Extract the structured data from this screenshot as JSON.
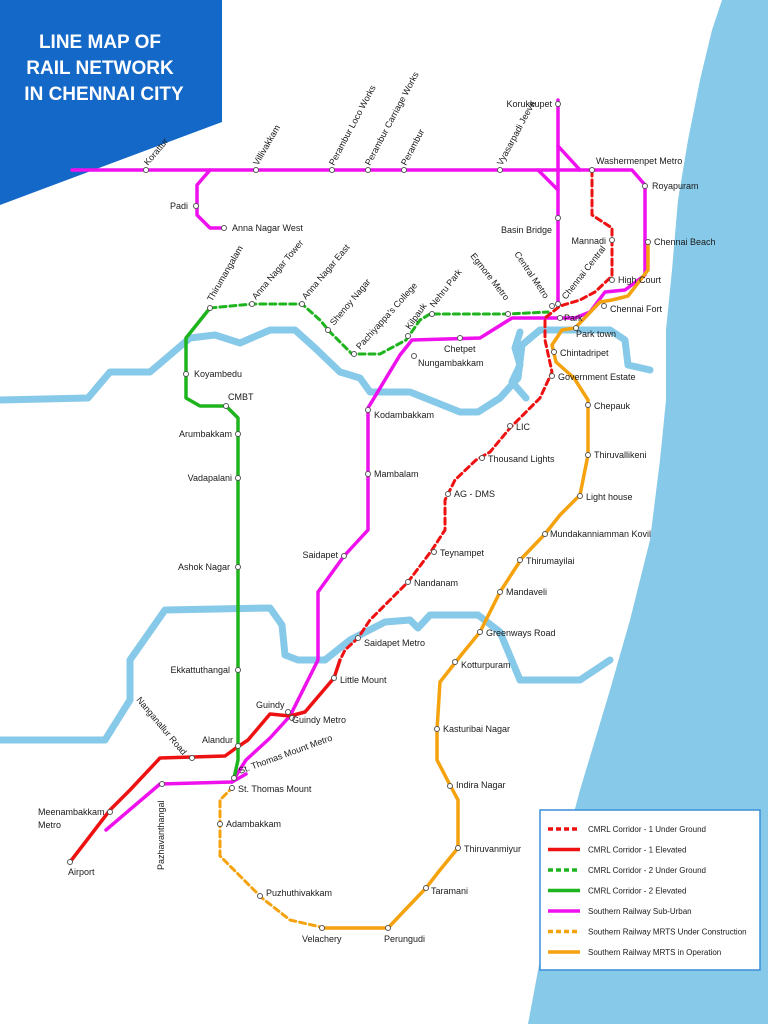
{
  "title": {
    "lines": [
      "LINE MAP OF",
      "RAIL NETWORK",
      "IN CHENNAI CITY"
    ]
  },
  "colors": {
    "sea": "#87c9e8",
    "river": "#87c9e8",
    "title_bg": "#1468c8",
    "cmrl_corridor_1": "#ee1111",
    "cmrl_corridor_2": "#1eb41e",
    "suburban": "#ee11ee",
    "mrts": "#f5a20f"
  },
  "stations": {
    "korattur": "Korattur",
    "villivakkam": "Villivakkam",
    "perambur_loco_works": "Perambur Loco Works",
    "perambur_carriage_works": "Perambur Carriage Works",
    "perambur": "Perambur",
    "vyasarpadi_jeeva": "Vyasarpadi Jeeva",
    "korukkupet": "Korukkupet",
    "washermenpet_metro": "Washermenpet Metro",
    "royapuram": "Royapuram",
    "padi": "Padi",
    "anna_nagar_west": "Anna Nagar West",
    "basin_bridge": "Basin Bridge",
    "mannadi": "Mannadi",
    "chennai_beach": "Chennai Beach",
    "high_court": "High Court",
    "chennai_fort": "Chennai Fort",
    "thirumangalam": "Thirumangalam",
    "anna_nagar_tower": "Anna Nagar Tower",
    "anna_nagar_east": "Anna Nagar East",
    "shenoy_nagar": "Shenoy Nagar",
    "pachiyappas_college": "Pachiyappa's College",
    "kilpauk": "Kilpauk",
    "nehru_park": "Nehru Park",
    "egmore_metro": "Egmore Metro",
    "central_metro": "Central Metro",
    "chennai_central": "Chennai Central",
    "park": "Park",
    "park_town": "Park town",
    "chintadripet": "Chintadripet",
    "government_estate": "Government Estate",
    "chetpet": "Chetpet",
    "nungambakkam": "Nungambakkam",
    "koyambedu": "Koyambedu",
    "cmbt": "CMBT",
    "arumbakkam": "Arumbakkam",
    "vadapalani": "Vadapalani",
    "ashok_nagar": "Ashok Nagar",
    "ekkattuthangal": "Ekkattuthangal",
    "kodambakkam": "Kodambakkam",
    "mambalam": "Mambalam",
    "saidapet": "Saidapet",
    "chepauk": "Chepauk",
    "lic": "LIC",
    "thousand_lights": "Thousand Lights",
    "thiruvallikeni": "Thiruvallikeni",
    "ag_dms": "AG - DMS",
    "light_house": "Light house",
    "mundakanniamman_kovil": "Mundakanniamman Kovil",
    "teynampet": "Teynampet",
    "thirumayilai": "Thirumayilai",
    "nandanam": "Nandanam",
    "mandaveli": "Mandaveli",
    "greenways_road": "Greenways Road",
    "saidapet_metro": "Saidapet Metro",
    "kotturpuram": "Kotturpuram",
    "little_mount": "Little Mount",
    "guindy": "Guindy",
    "guindy_metro": "Guindy Metro",
    "alandur": "Alandur",
    "nanganallur_road": "Nanganallur Road",
    "st_thomas_mount_metro": "St. Thomas Mount Metro",
    "st_thomas_mount": "St. Thomas Mount",
    "kasturibai_nagar": "Kasturibai Nagar",
    "indira_nagar": "Indira Nagar",
    "meenambakkam_metro_1": "Meenambakkam",
    "meenambakkam_metro_2": "Metro",
    "pazhavanthangal": "Pazhavanthangal",
    "adambakkam": "Adambakkam",
    "thiruvanmiyur": "Thiruvanmiyur",
    "airport": "Airport",
    "taramani": "Taramani",
    "puzhuthivakkam": "Puzhuthivakkam",
    "velachery": "Velachery",
    "perungudi": "Perungudi"
  },
  "legend": [
    {
      "label": "CMRL Corridor - 1 Under Ground",
      "color": "#ee1111",
      "style": "dashed"
    },
    {
      "label": "CMRL Corridor - 1 Elevated",
      "color": "#ee1111",
      "style": "solid"
    },
    {
      "label": "CMRL Corridor - 2 Under Ground",
      "color": "#1eb41e",
      "style": "dashed"
    },
    {
      "label": "CMRL Corridor - 2 Elevated",
      "color": "#1eb41e",
      "style": "solid"
    },
    {
      "label": "Southern Railway Sub-Urban",
      "color": "#ee11ee",
      "style": "solid"
    },
    {
      "label": "Southern Railway MRTS Under Construction",
      "color": "#f5a20f",
      "style": "dashed"
    },
    {
      "label": "Southern Railway MRTS in Operation",
      "color": "#f5a20f",
      "style": "solid"
    }
  ]
}
